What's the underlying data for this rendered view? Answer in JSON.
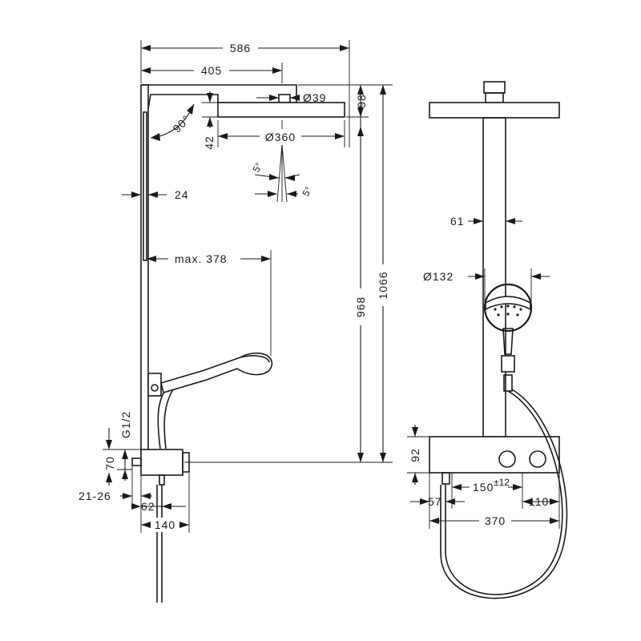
{
  "dimensions": {
    "d586": "586",
    "d405": "405",
    "d39": "Ø39",
    "d98": "98",
    "d90deg": "90°",
    "d42": "42",
    "d360": "Ø360",
    "d5a": "5°",
    "d5b": "5°",
    "d24": "24",
    "dmax378": "max. 378",
    "d968": "968",
    "d1066": "1066",
    "dG12": "G1/2",
    "d70": "70",
    "d2126": "21-26",
    "d62": "62",
    "d140": "140",
    "d61": "61",
    "d132": "Ø132",
    "d92": "92",
    "d150": "150",
    "d150tol": "±12",
    "d57": "57",
    "d110": "110",
    "d370": "370"
  }
}
